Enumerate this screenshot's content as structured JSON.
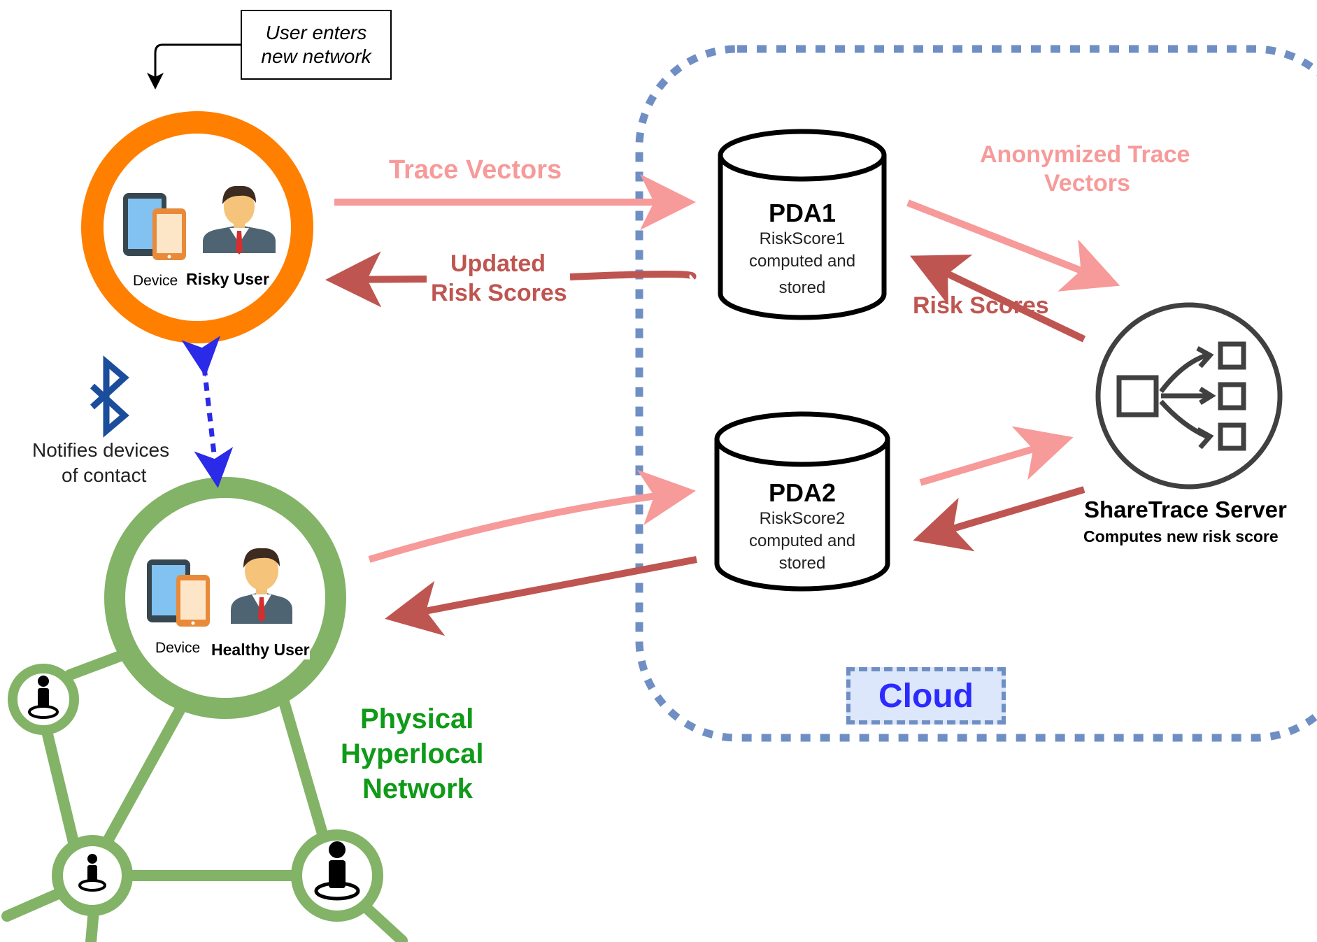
{
  "note": {
    "line1": "User enters",
    "line2": "new network"
  },
  "arrows": {
    "trace_vectors": "Trace Vectors",
    "updated_risk_scores_1": "Updated",
    "updated_risk_scores_2": "Risk Scores",
    "anonymized_1": "Anonymized Trace",
    "anonymized_2": "Vectors",
    "risk_scores": "Risk Scores"
  },
  "risky": {
    "device": "Device",
    "user": "Risky User"
  },
  "healthy": {
    "device": "Device",
    "user": "Healthy User"
  },
  "bluetooth": {
    "line1": "Notifies devices",
    "line2": "of contact"
  },
  "network": {
    "line1": "Physical",
    "line2": "Hyperlocal",
    "line3": "Network"
  },
  "pda1": {
    "title": "PDA1",
    "line1": "RiskScore1",
    "line2": "computed and",
    "line3": "stored"
  },
  "pda2": {
    "title": "PDA2",
    "line1": "RiskScore2",
    "line2": "computed and",
    "line3": "stored"
  },
  "server": {
    "title": "ShareTrace Server",
    "subtitle": "Computes new risk score"
  },
  "cloud": {
    "label": "Cloud"
  },
  "colors": {
    "risky_ring": "#ff7f00",
    "healthy_ring": "#82b366",
    "pink_arrow": "#f79a9a",
    "red_arrow": "#bf5551",
    "cloud_border": "#6f8fc4",
    "bluetooth": "#1b4d9c"
  },
  "icons": [
    "device-icon",
    "person-icon",
    "bluetooth-icon",
    "server-icon",
    "database-icon",
    "location-person-icon"
  ]
}
